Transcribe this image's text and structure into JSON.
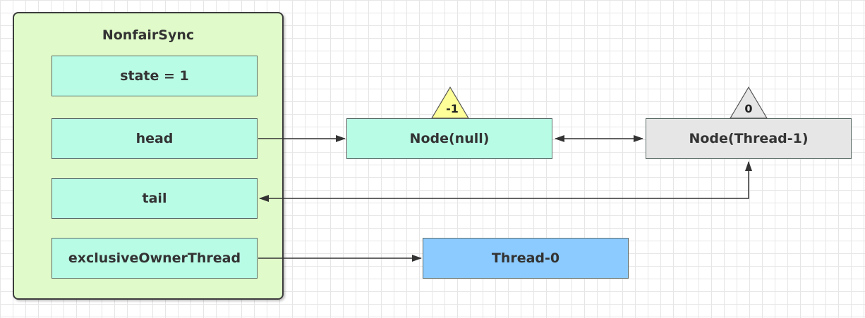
{
  "sync": {
    "title": "NonfairSync",
    "fields": {
      "state": "state = 1",
      "head": "head",
      "tail": "tail",
      "owner": "exclusiveOwnerThread"
    }
  },
  "nodes": {
    "null_node": {
      "label": "Node(null)",
      "wait_status": "-1"
    },
    "thread1_node": {
      "label": "Node(Thread-1)",
      "wait_status": "0"
    }
  },
  "thread0": {
    "label": "Thread-0"
  },
  "colors": {
    "sync_bg": "#e0fbc9",
    "field_bg": "#b9fce6",
    "node_null_bg": "#b9fce6",
    "node_thread1_bg": "#e6e6e6",
    "thread0_bg": "#8ccbff",
    "badge_yellow": "#ffff99",
    "badge_gray": "#e6e6e6"
  }
}
